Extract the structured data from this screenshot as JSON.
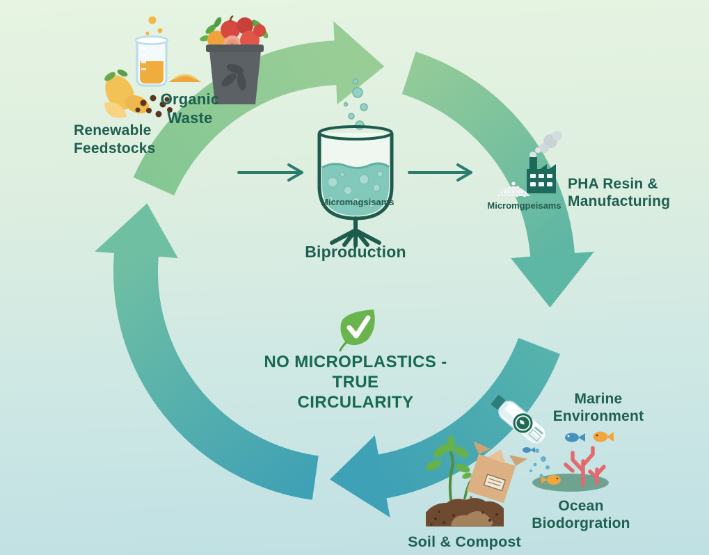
{
  "colors": {
    "background_top": "#e6f4e1",
    "background_bottom": "#bfe0e3",
    "arc_green": "#99cd96",
    "arc_teal_green": "#6fbfa3",
    "arc_teal": "#55b2ac",
    "arc_blue_teal": "#3fa1b5",
    "label_text": "#1d5f50",
    "center_text": "#17694f",
    "leaf_green": "#6ab44d",
    "flow_arrow": "#2b7c6c",
    "vessel_outline": "#1d5c4c",
    "factory": "#1d6a5d"
  },
  "nodes": {
    "renewable_feedstocks": {
      "line1": "Renewable",
      "line2": "Feedstocks"
    },
    "organic_waste": {
      "line1": "Organic",
      "line2": "Waste"
    },
    "bioreactor": {
      "label": "Biproduction",
      "vessel_text": "Micromagsisams"
    },
    "pha_resin": {
      "line1": "PHA Resin &",
      "line2": "Manufacturing",
      "pellets_caption": "Micromgpeisams"
    },
    "marine_environment": {
      "line1": "Marine",
      "line2": "Environment"
    },
    "ocean_biodegradation": {
      "line1": "Ocean",
      "line2": "Biodorgration"
    },
    "soil_compost": {
      "label": "Soil & Compost"
    }
  },
  "center_badge": {
    "line1": "NO MICROPLASTICS -",
    "line2": "TRUE",
    "line3": "CIRCULARITY"
  }
}
